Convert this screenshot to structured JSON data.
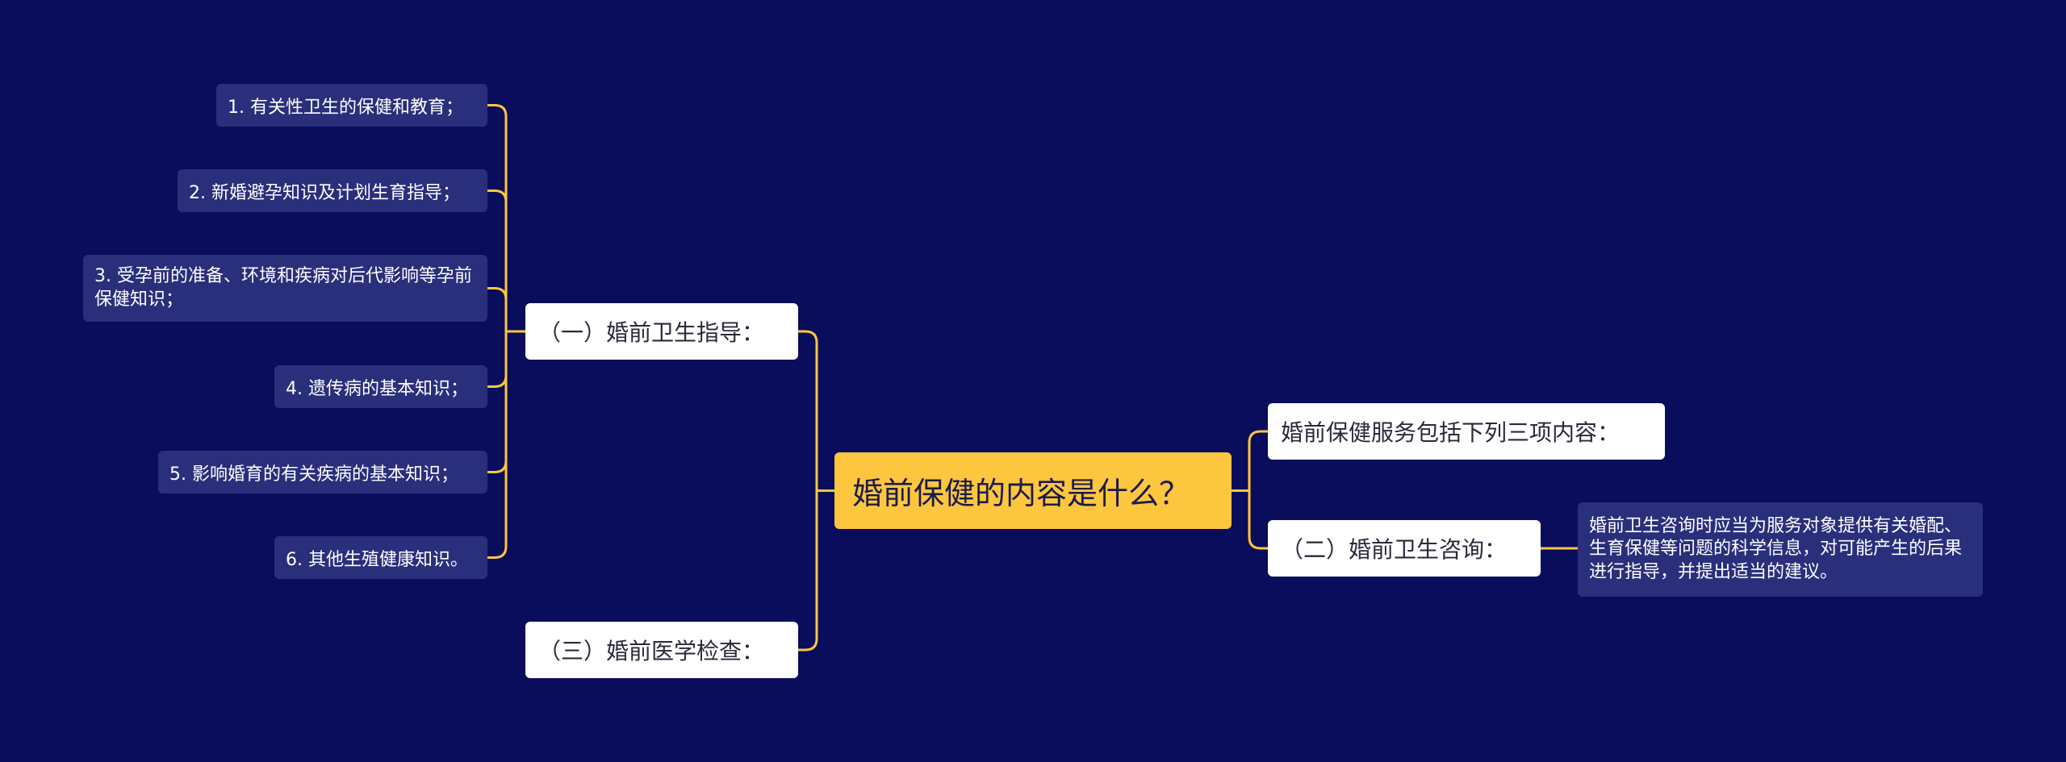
{
  "root": {
    "label": "婚前保健的内容是什么？"
  },
  "left_branches": [
    {
      "label": "（一）婚前卫生指导：",
      "children": [
        "1. 有关性卫生的保健和教育；",
        "2. 新婚避孕知识及计划生育指导；",
        "3. 受孕前的准备、环境和疾病对后代影响等孕前保健知识；",
        "4. 遗传病的基本知识；",
        "5. 影响婚育的有关疾病的基本知识；",
        "6. 其他生殖健康知识。"
      ]
    },
    {
      "label": "（三）婚前医学检查：",
      "children": []
    }
  ],
  "right_branches": [
    {
      "label": "婚前保健服务包括下列三项内容：",
      "children": []
    },
    {
      "label": "（二）婚前卫生咨询：",
      "children": [
        "婚前卫生咨询时应当为服务对象提供有关婚配、生育保健等问题的科学信息，对可能产生的后果进行指导，并提出适当的建议。"
      ]
    }
  ],
  "colors": {
    "background": "#0a0d5b",
    "root_fill": "#fdc63f",
    "branch_fill": "#ffffff",
    "leaf_fill": "#2a2f7c",
    "connector": "#fdc63f"
  }
}
